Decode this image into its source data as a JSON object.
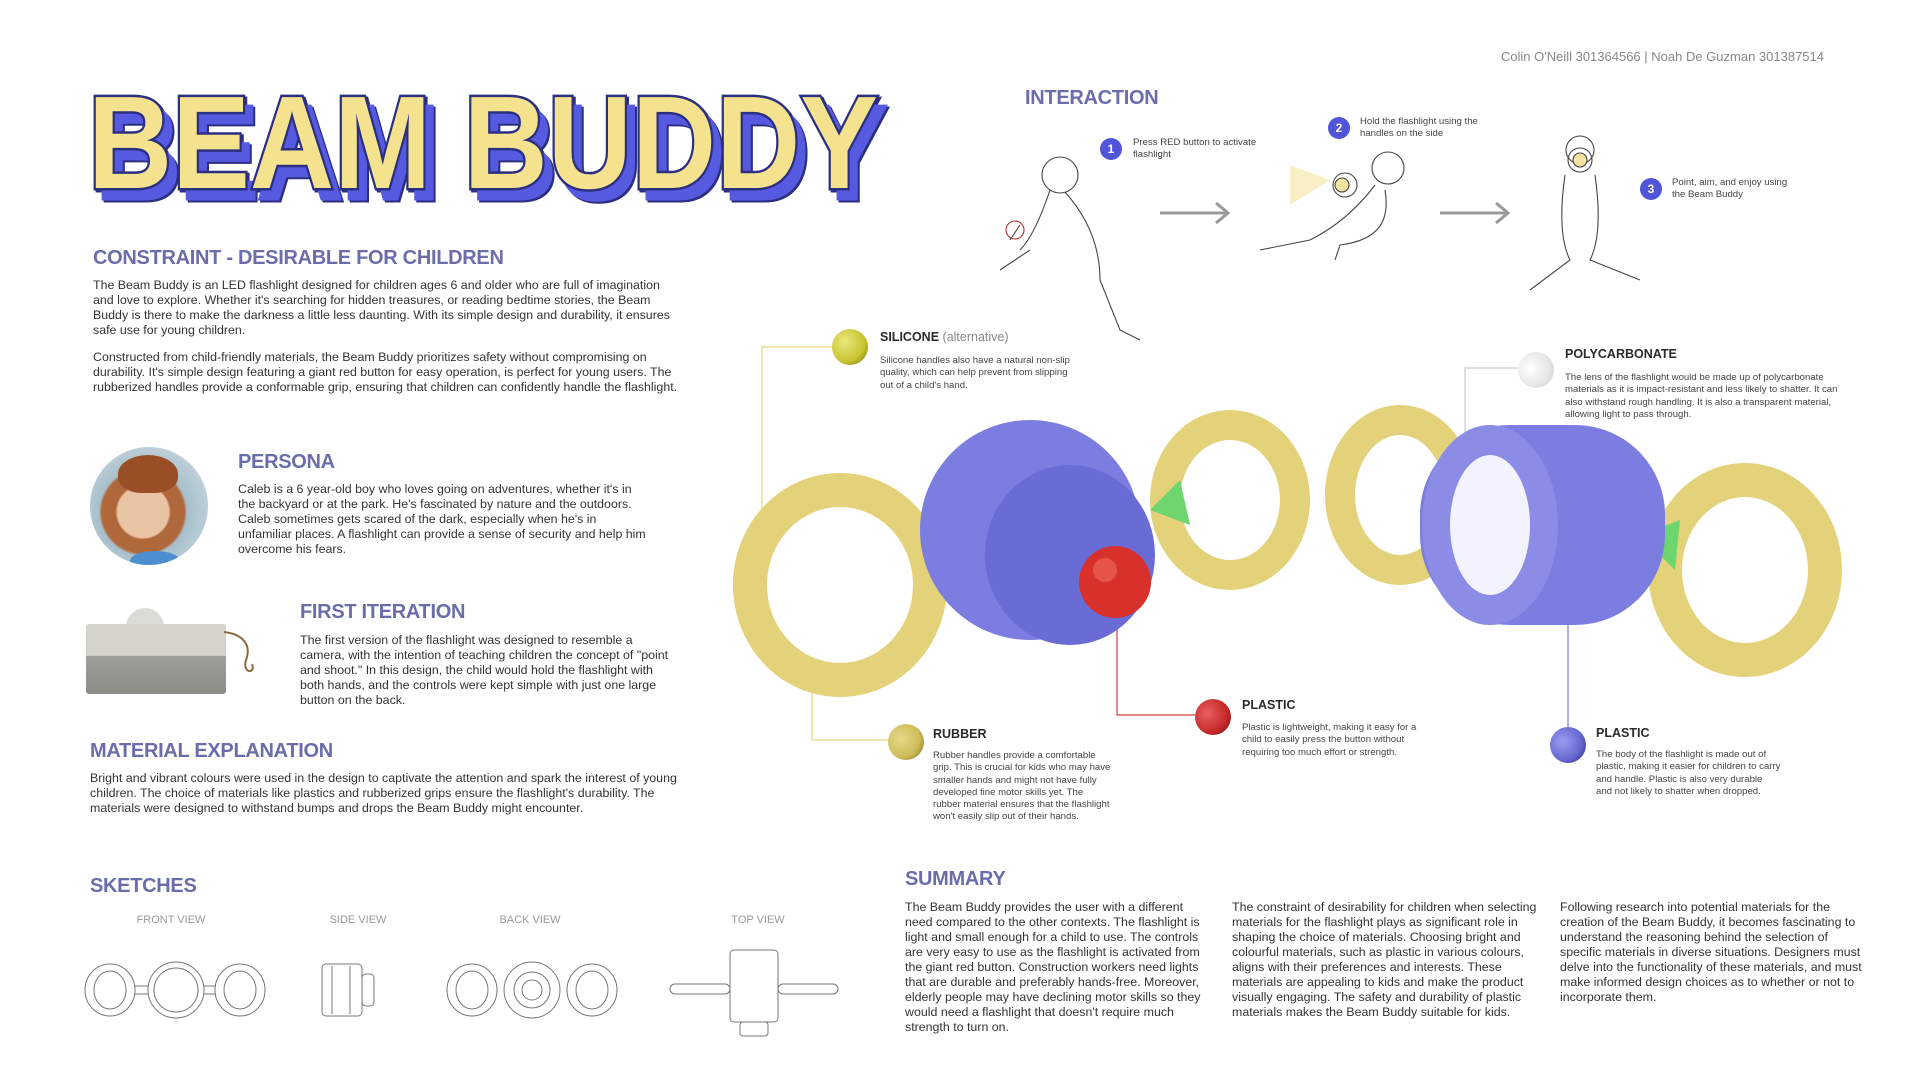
{
  "credits": "Colin O'Neill 301364566 | Noah De Guzman 301387514",
  "title": "BEAM BUDDY",
  "colors": {
    "heading": "#6a6da9",
    "title_fill": "#F5E28E",
    "title_stroke": "#2B2F80",
    "title_shadow": "#565AE0",
    "step_badge": "#4F55D8",
    "rubber": "#E3D27A",
    "body": "#7B7DE0",
    "button": "#D8302A",
    "connector": "#6ED66E"
  },
  "constraint": {
    "heading": "CONSTRAINT - DESIRABLE FOR CHILDREN",
    "p1": "The Beam Buddy is an LED flashlight designed for children ages 6 and older who are full of imagination and love to explore. Whether it's searching for hidden treasures, or reading bedtime stories, the Beam Buddy is there to make the darkness a little less daunting. With its simple design and durability, it ensures safe use for young children.",
    "p2": "Constructed from child-friendly materials, the Beam Buddy prioritizes safety without compromising on durability. It's simple design featuring a giant red button for easy operation, is perfect for young users. The rubberized handles provide a conformable grip, ensuring that children can confidently handle the flashlight."
  },
  "persona": {
    "heading": "PERSONA",
    "text": "Caleb is a 6 year-old boy who loves going on adventures, whether it's in the backyard or at the park. He's fascinated by nature and the outdoors. Caleb sometimes gets scared of the dark, especially when he's in unfamiliar places. A flashlight can provide a sense of security and help him overcome his fears."
  },
  "first_iteration": {
    "heading": "FIRST ITERATION",
    "text": "The first version of the flashlight was designed to resemble a camera, with the intention of teaching children the concept of \"point and shoot.\" In this design, the child would hold the flashlight with both hands, and the controls were kept simple with just one large button on the back."
  },
  "material_explanation": {
    "heading": "MATERIAL EXPLANATION",
    "text": "Bright and vibrant colours were used in the design to captivate the attention and spark the interest of young children. The choice of materials like plastics and rubberized grips ensure the flashlight's durability. The materials were designed to withstand bumps and drops the Beam Buddy might encounter."
  },
  "sketches": {
    "heading": "SKETCHES",
    "views": [
      "FRONT VIEW",
      "SIDE VIEW",
      "BACK VIEW",
      "TOP VIEW"
    ]
  },
  "interaction": {
    "heading": "INTERACTION",
    "steps": [
      {
        "num": "1",
        "text": "Press RED button to activate flashlight"
      },
      {
        "num": "2",
        "text": "Hold the flashlight using the handles on the side"
      },
      {
        "num": "3",
        "text": "Point, aim, and enjoy using the Beam Buddy"
      }
    ]
  },
  "materials": {
    "silicone": {
      "title": "SILICONE",
      "note": "(alternative)",
      "text": "Silicone handles also have a natural non-slip quality, which can help prevent from slipping out of a child's hand."
    },
    "polycarbonate": {
      "title": "POLYCARBONATE",
      "text": "The lens of the flashlight would be made up of polycarbonate materials as it is impact-resistant and less likely to shatter. It can also withstand rough handling. It is also a transparent material, allowing light to pass through."
    },
    "rubber": {
      "title": "RUBBER",
      "text": "Rubber handles provide a comfortable grip. This is crucial for kids who may have smaller hands and might not have fully developed fine motor skills yet. The rubber material ensures that the flashlight won't easily slip out of their hands."
    },
    "plastic_red": {
      "title": "PLASTIC",
      "text": "Plastic is lightweight, making it easy for a child to easily press the button without requiring too much effort or strength."
    },
    "plastic_blue": {
      "title": "PLASTIC",
      "text": "The body of the flashlight is made out of plastic, making it easier for children to carry and handle. Plastic is also very durable and not likely to shatter when dropped."
    }
  },
  "summary": {
    "heading": "SUMMARY",
    "columns": [
      "The Beam Buddy provides the user with a different need compared to the other contexts. The flashlight is light and small enough for a child to use. The controls are very easy to use as the flashlight is activated from the giant red button. Construction workers need lights that are durable and preferably hands-free. Moreover, elderly people may have declining motor skills so they would need a flashlight that doesn't require much strength to turn on.",
      "The constraint of desirability for children when selecting materials for the flashlight plays as significant role in shaping the choice of materials. Choosing bright and colourful materials, such as plastic in various colours, aligns with their preferences and interests. These materials are appealing to kids and make the product visually engaging. The safety and durability of plastic materials makes the Beam Buddy suitable for kids.",
      "Following research into potential materials for the creation of the Beam Buddy, it becomes fascinating to understand the reasoning behind the selection of specific materials in diverse situations. Designers must delve into the functionality of these materials, and must make informed design choices as to whether or not to incorporate them."
    ]
  }
}
